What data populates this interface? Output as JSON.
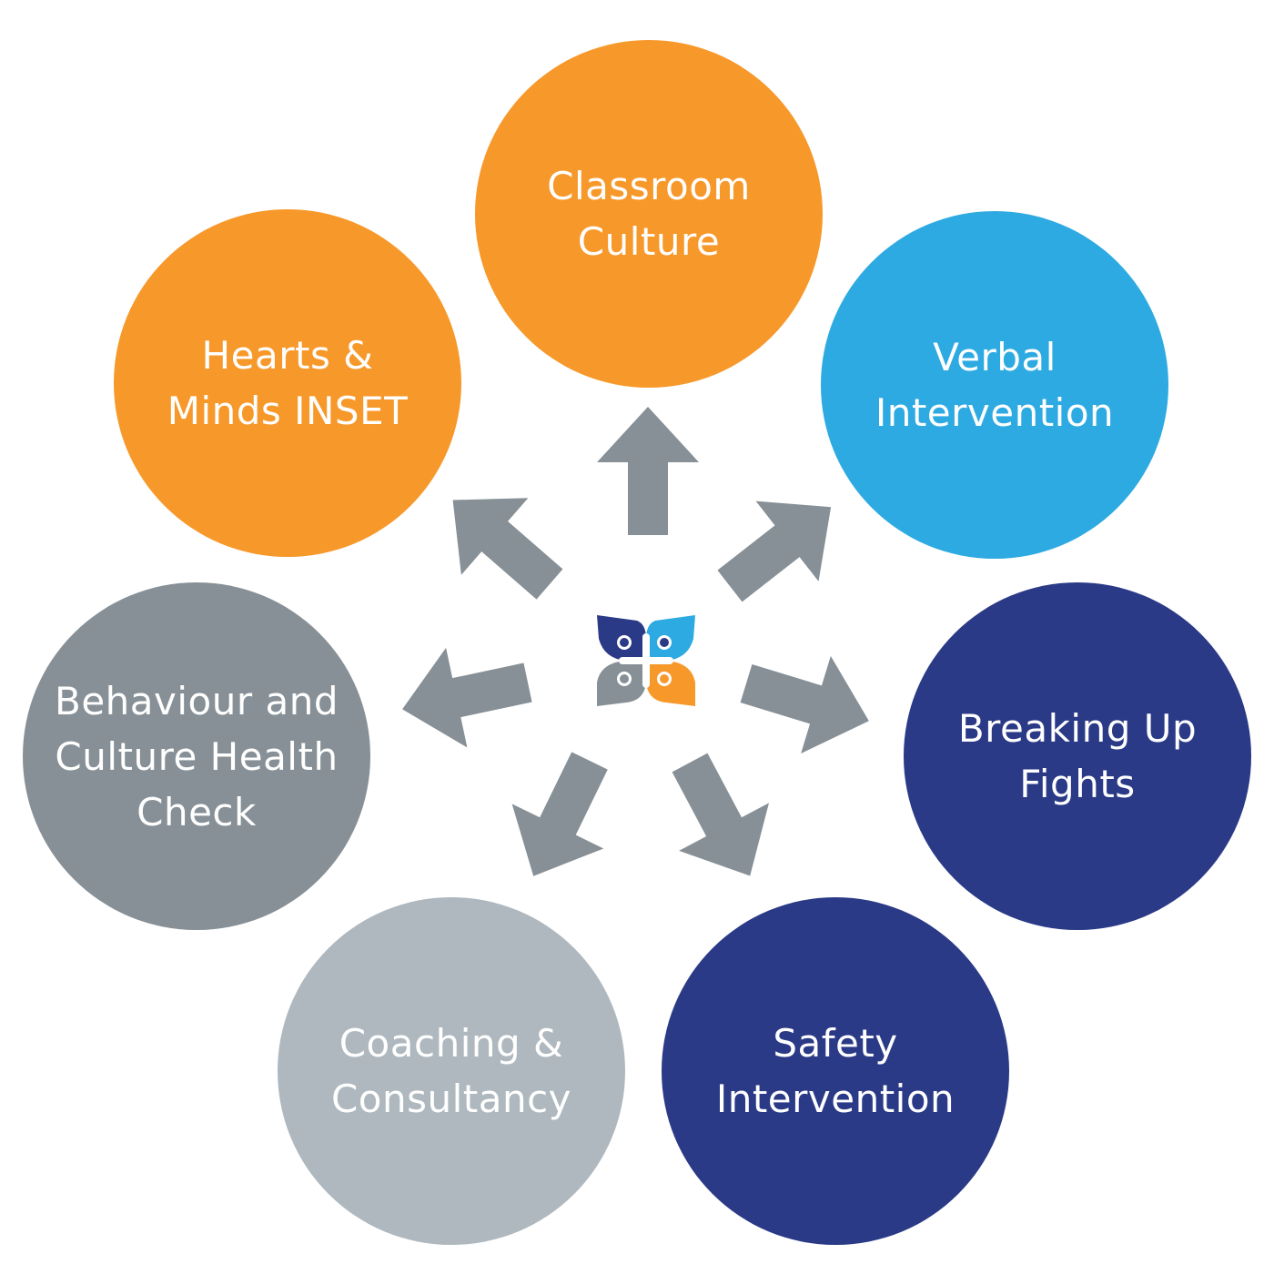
{
  "colors": {
    "orange": "#F7982A",
    "sky_blue": "#2EAAE2",
    "navy": "#2A3A86",
    "slate_gray": "#879096",
    "light_gray": "#AEB8BE",
    "arrow_gray": "#879096"
  },
  "center": {
    "logo_icon": "butterfly-logo-icon",
    "logo_colors": [
      "#2A3A86",
      "#2EAAE2",
      "#879096",
      "#F7982A"
    ]
  },
  "nodes": [
    {
      "id": "classroom-culture",
      "lines": [
        "Classroom",
        "Culture"
      ],
      "color": "#F7982A"
    },
    {
      "id": "verbal-intervention",
      "lines": [
        "Verbal",
        "Intervention"
      ],
      "color": "#2EAAE2"
    },
    {
      "id": "breaking-up-fights",
      "lines": [
        "Breaking Up",
        "Fights"
      ],
      "color": "#2A3A86"
    },
    {
      "id": "safety-intervention",
      "lines": [
        "Safety",
        "Intervention"
      ],
      "color": "#2A3A86"
    },
    {
      "id": "coaching-consultancy",
      "lines": [
        "Coaching &",
        "Consultancy"
      ],
      "color": "#AEB8BE"
    },
    {
      "id": "behaviour-culture-health-check",
      "lines": [
        "Behaviour and",
        "Culture Health",
        "Check"
      ],
      "color": "#879096"
    },
    {
      "id": "hearts-minds-inset",
      "lines": [
        "Hearts &",
        "Minds INSET"
      ],
      "color": "#F7982A"
    }
  ]
}
